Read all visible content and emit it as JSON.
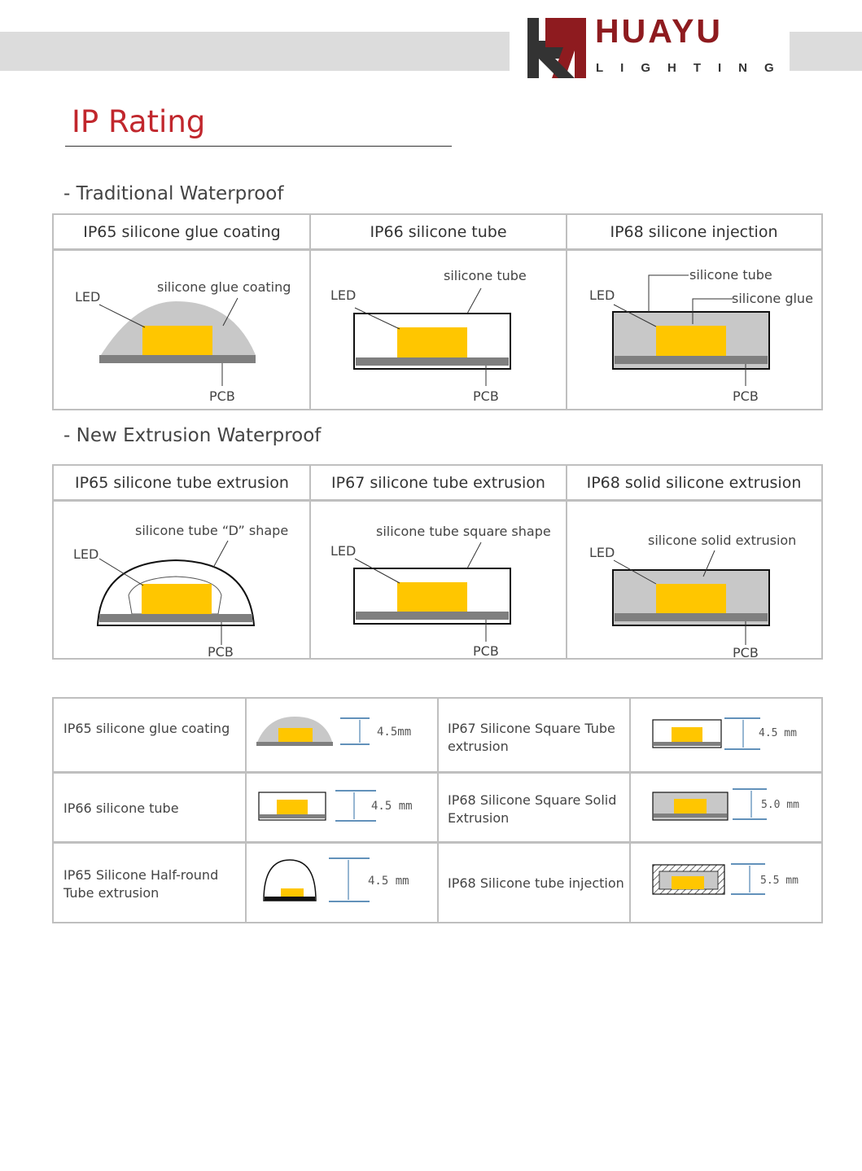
{
  "brand": {
    "name": "HUAYU",
    "sub": "LIGHTING",
    "colors": {
      "red": "#8e1b1f",
      "dark": "#333333"
    }
  },
  "page_title": "IP Rating",
  "traditional": {
    "heading": "- Traditional Waterproof",
    "columns": [
      {
        "header": "IP65 silicone glue coating",
        "labels": {
          "top": "silicone glue coating",
          "led": "LED",
          "pcb": "PCB"
        }
      },
      {
        "header": "IP66 silicone tube",
        "labels": {
          "top": "silicone tube",
          "led": "LED",
          "pcb": "PCB"
        }
      },
      {
        "header": "IP68 silicone injection",
        "labels": {
          "top": "silicone tube",
          "top2": "silicone glue",
          "led": "LED",
          "pcb": "PCB"
        }
      }
    ]
  },
  "extrusion": {
    "heading": "- New Extrusion Waterproof",
    "columns": [
      {
        "header": "IP65 silicone tube extrusion",
        "labels": {
          "top": "silicone tube “D” shape",
          "led": "LED",
          "pcb": "PCB"
        }
      },
      {
        "header": "IP67 silicone tube extrusion",
        "labels": {
          "top": "silicone tube square shape",
          "led": "LED",
          "pcb": "PCB"
        }
      },
      {
        "header": "IP68 solid silicone extrusion",
        "labels": {
          "top": "silicone solid extrusion",
          "led": "LED",
          "pcb": "PCB"
        }
      }
    ]
  },
  "summary": {
    "rows": [
      {
        "left": {
          "line1": "IP65 silicone glue coating",
          "line2": "",
          "size": "4.5mm"
        },
        "right": {
          "line1": "IP67 Silicone Square Tube",
          "line2": "extrusion",
          "size": "4.5 mm"
        }
      },
      {
        "left": {
          "line1": "IP66 silicone tube",
          "line2": "",
          "size": "4.5 mm"
        },
        "right": {
          "line1": "IP68 Silicone Square Solid",
          "line2": "Extrusion",
          "size": "5.0 mm"
        }
      },
      {
        "left": {
          "line1": "IP65 Silicone Half-round",
          "line2": "Tube extrusion",
          "size": "4.5 mm"
        },
        "right": {
          "line1": "IP68 Silicone tube injection",
          "line2": "",
          "size": "5.5 mm"
        }
      }
    ]
  },
  "colors": {
    "led": "#ffc600",
    "pcb": "#7f7f7f",
    "silicone": "#c8c8c8",
    "grid": "#bfbfbf",
    "dim": "#2e6da4"
  }
}
